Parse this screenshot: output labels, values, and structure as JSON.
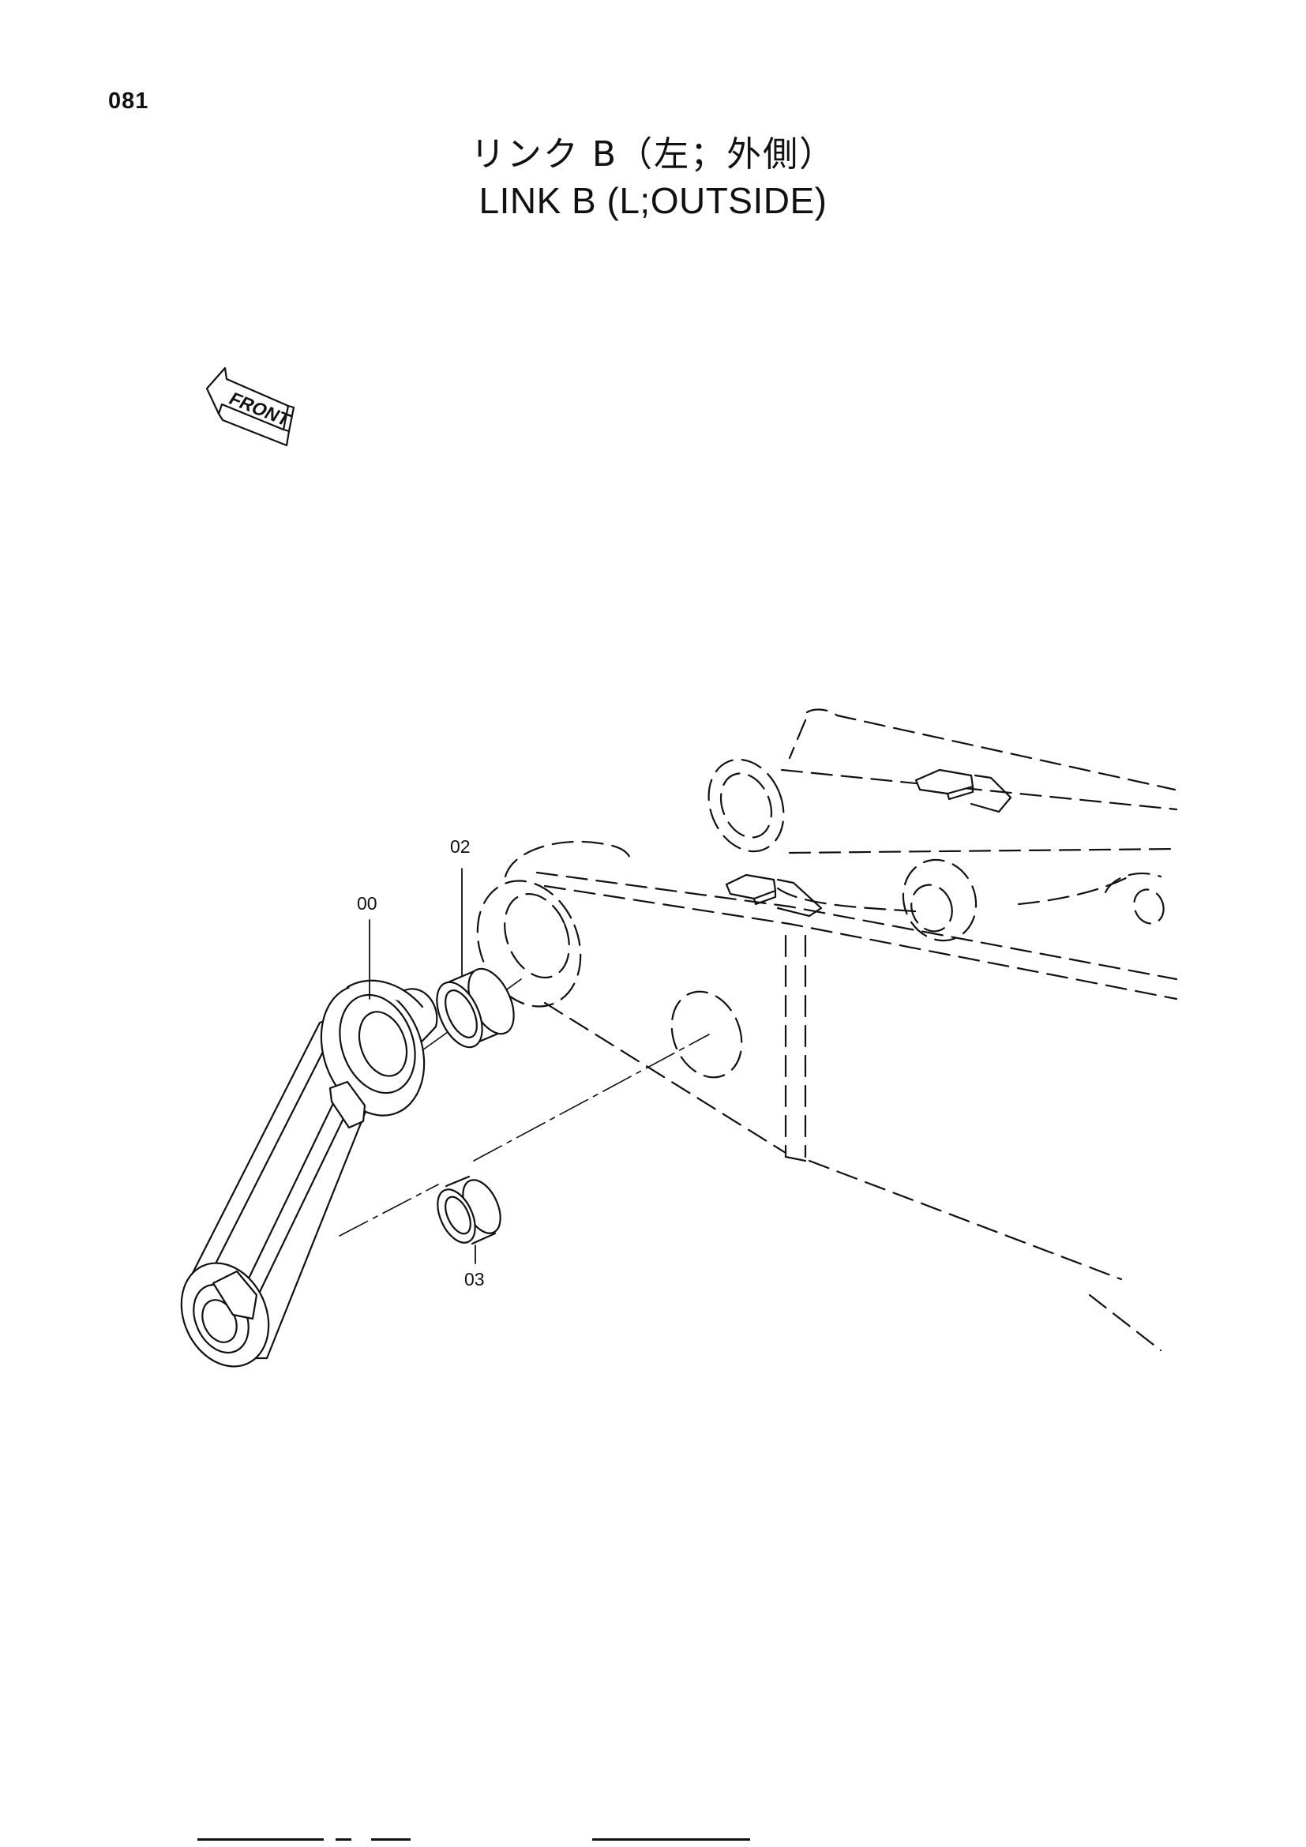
{
  "page": {
    "number": "081"
  },
  "title": {
    "japanese": "リンク B（左；外側）",
    "english": "LINK B (L;OUTSIDE)"
  },
  "front_arrow": {
    "label": "FRONT"
  },
  "callouts": [
    {
      "id": "00"
    },
    {
      "id": "02"
    },
    {
      "id": "03"
    }
  ],
  "colors": {
    "ink": "#111111",
    "paper": "#ffffff"
  }
}
